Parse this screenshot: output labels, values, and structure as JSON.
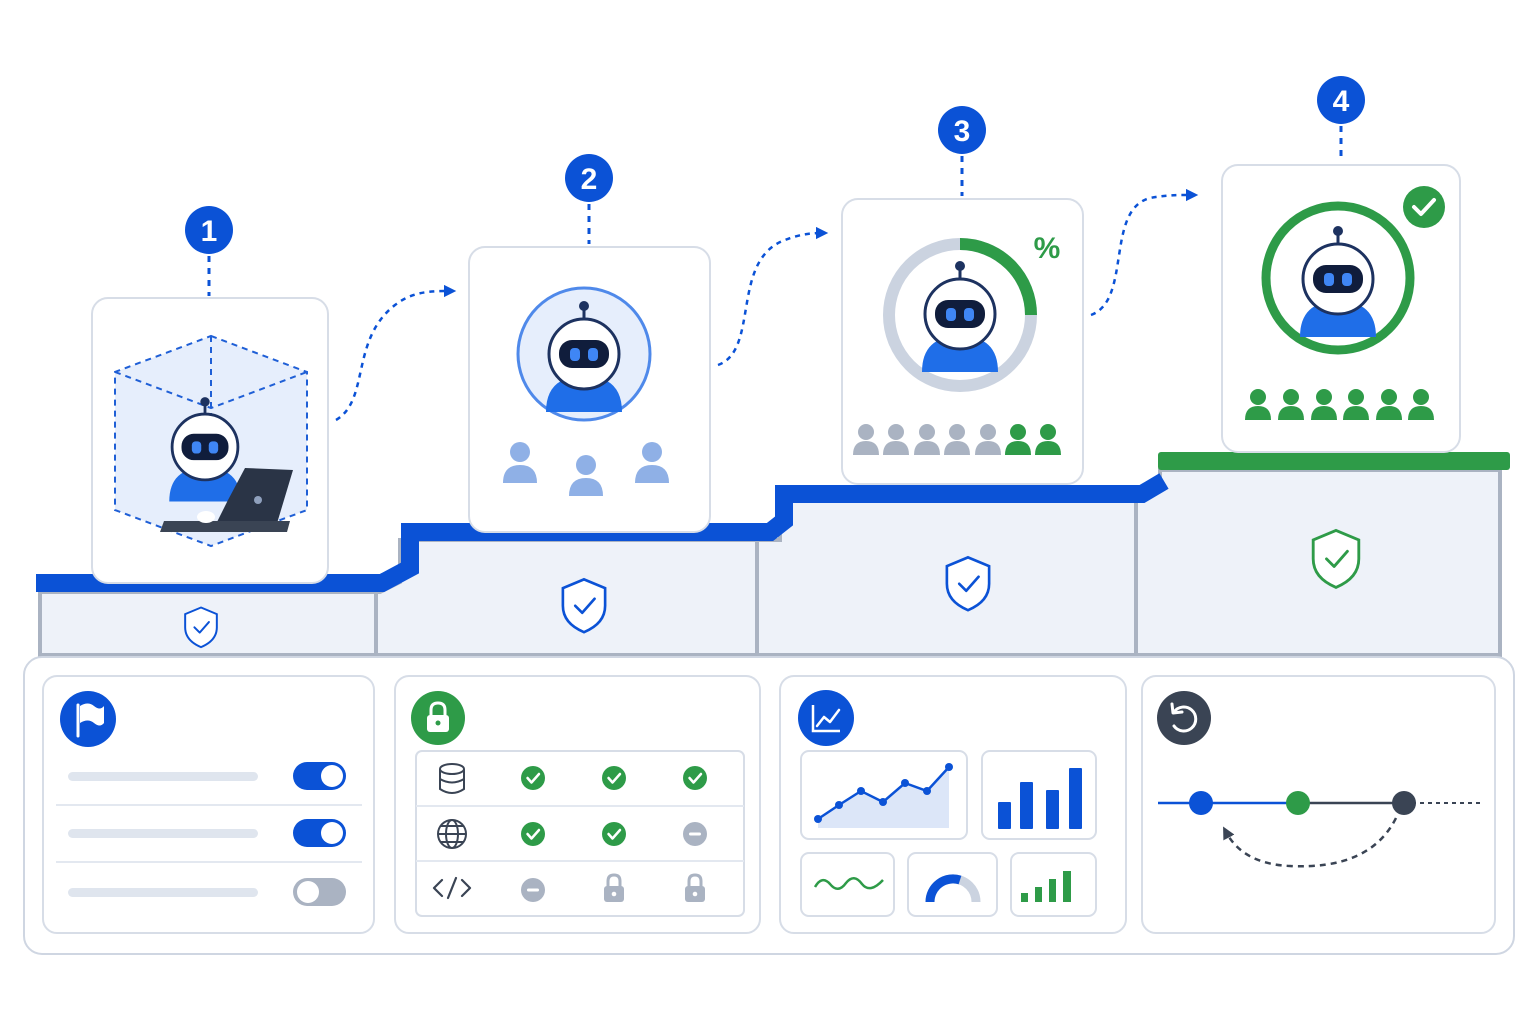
{
  "colors": {
    "primary": "#0b52d6",
    "primary_light": "#8fb0e6",
    "success": "#2e9b48",
    "neutral": "#aab3c2",
    "dark": "#3a4454",
    "panel_border": "#d7dde7",
    "panel_fill": "#eef2f9"
  },
  "steps": [
    {
      "number": "1",
      "icon": "robot-with-laptop-icon"
    },
    {
      "number": "2",
      "icon": "robot-avatar-icon"
    },
    {
      "number": "3",
      "icon": "robot-progress-ring-icon",
      "badge": "%"
    },
    {
      "number": "4",
      "icon": "robot-verified-icon"
    }
  ],
  "panels": [
    {
      "icon": "flag-icon",
      "toggles": [
        "on",
        "on",
        "off"
      ]
    },
    {
      "icon": "lock-icon",
      "rows": [
        {
          "icon": "database-icon",
          "cells": [
            "check",
            "check",
            "check"
          ]
        },
        {
          "icon": "globe-icon",
          "cells": [
            "check",
            "check",
            "minus"
          ]
        },
        {
          "icon": "code-icon",
          "cells": [
            "minus",
            "lock",
            "lock"
          ]
        }
      ]
    },
    {
      "icon": "line-chart-icon"
    },
    {
      "icon": "rollback-icon"
    }
  ]
}
